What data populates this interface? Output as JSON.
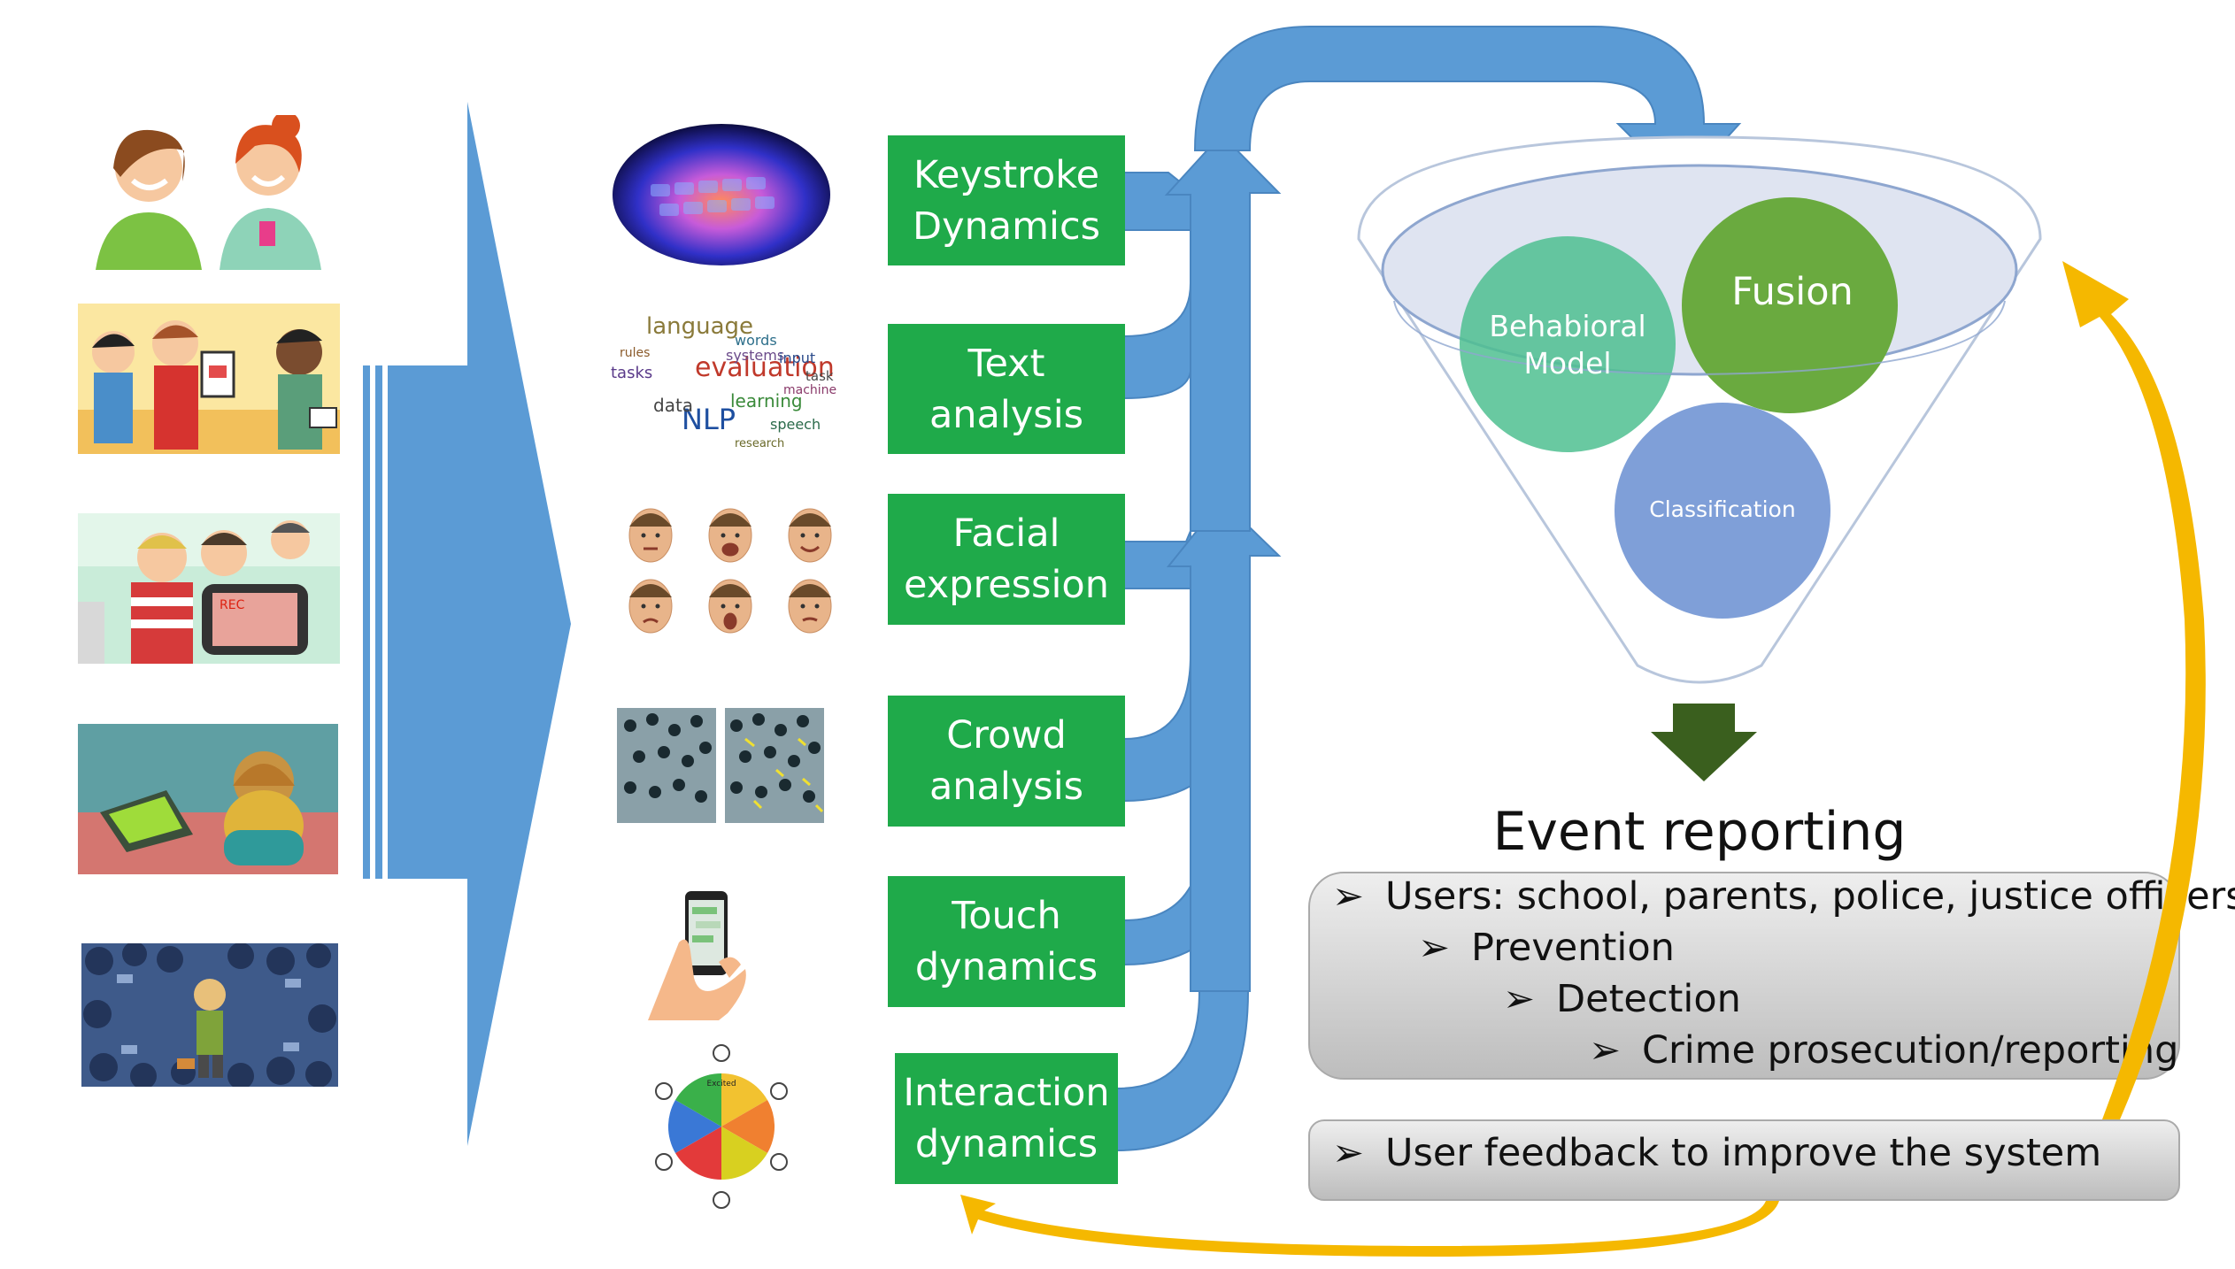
{
  "methods": [
    {
      "line1": "Keystroke",
      "line2": "Dynamics"
    },
    {
      "line1": "Text",
      "line2": "analysis"
    },
    {
      "line1": "Facial",
      "line2": "expression"
    },
    {
      "line1": "Crowd",
      "line2": "analysis"
    },
    {
      "line1": "Touch",
      "line2": "dynamics"
    },
    {
      "line1": "Interaction",
      "line2": "dynamics"
    }
  ],
  "funnel": {
    "fusion": "Fusion",
    "behavioral_line1": "Behabioral",
    "behavioral_line2": "Model",
    "classification": "Classification"
  },
  "event_reporting": {
    "title": "Event reporting",
    "items": [
      "Users: school, parents, police, justice officers",
      "Prevention",
      "Detection",
      "Crime prosecution/reporting"
    ],
    "feedback": "User feedback to improve the system"
  },
  "word_cloud": {
    "words": [
      "language",
      "evaluation",
      "NLP",
      "words",
      "systems",
      "learning",
      "tasks",
      "data",
      "machine",
      "speech",
      "rules",
      "input",
      "task",
      "research"
    ]
  },
  "emotion_wheel": {
    "label": "Excited"
  },
  "colors": {
    "method_green": "#1faa4a",
    "arrow_blue": "#5b9bd5",
    "feedback_yellow": "#f5b800",
    "down_arrow": "#3a5f1e",
    "fusion": "#6aaa3f",
    "behavioral": "#4fbf90",
    "classification": "#7f9fd8"
  }
}
